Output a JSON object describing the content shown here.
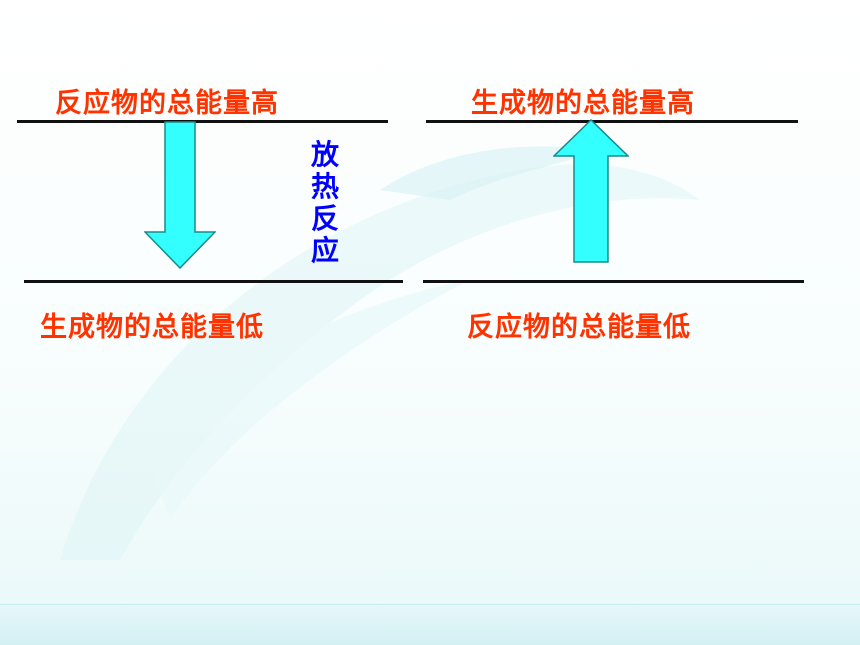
{
  "diagram": {
    "exothermic": {
      "reactants_high_label": "反应物的总能量高",
      "products_low_label": "生成物的总能量低",
      "process_label": "放热反应"
    },
    "endothermic": {
      "products_high_label": "生成物的总能量高",
      "reactants_low_label": "反应物的总能量低"
    },
    "arrows": [
      {
        "name": "exothermic",
        "direction": "down"
      },
      {
        "name": "endothermic",
        "direction": "up"
      }
    ]
  },
  "colors": {
    "label_text": "#ff3300",
    "process_text": "#0000ff",
    "arrow_fill": "#33ffff",
    "arrow_stroke": "#1a8a8a",
    "energy_line": "#111111",
    "background_band": "#d9f2f5"
  }
}
